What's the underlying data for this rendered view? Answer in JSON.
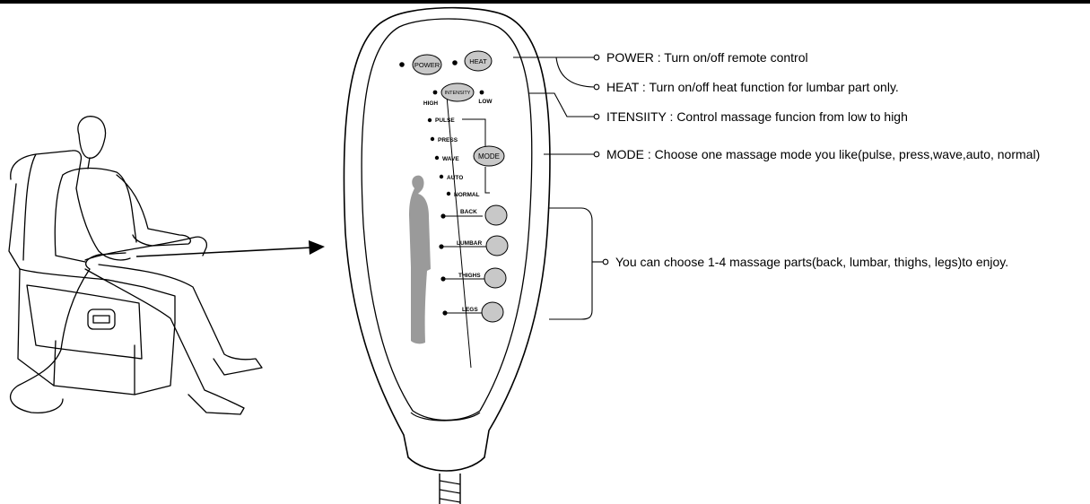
{
  "remote": {
    "power_button": "POWER",
    "heat_button": "HEAT",
    "intensity_button": "INTENSITY",
    "intensity_high": "HIGH",
    "intensity_low": "LOW",
    "mode_button": "MODE",
    "mode_options": [
      "PULSE",
      "PRESS",
      "WAVE",
      "AUTO",
      "NORMAL"
    ],
    "part_labels": [
      "BACK",
      "LUMBAR",
      "THIGHS",
      "LEGS"
    ]
  },
  "callouts": {
    "power": "POWER : Turn on/off remote control",
    "heat": "HEAT : Turn on/off heat function for lumbar part only.",
    "intensity": "ITENSIITY : Control massage funcion from low to high",
    "mode": "MODE : Choose one massage mode you like(pulse, press,wave,auto, normal)",
    "parts": "You can choose 1-4 massage parts(back, lumbar, thighs, legs)to enjoy."
  }
}
